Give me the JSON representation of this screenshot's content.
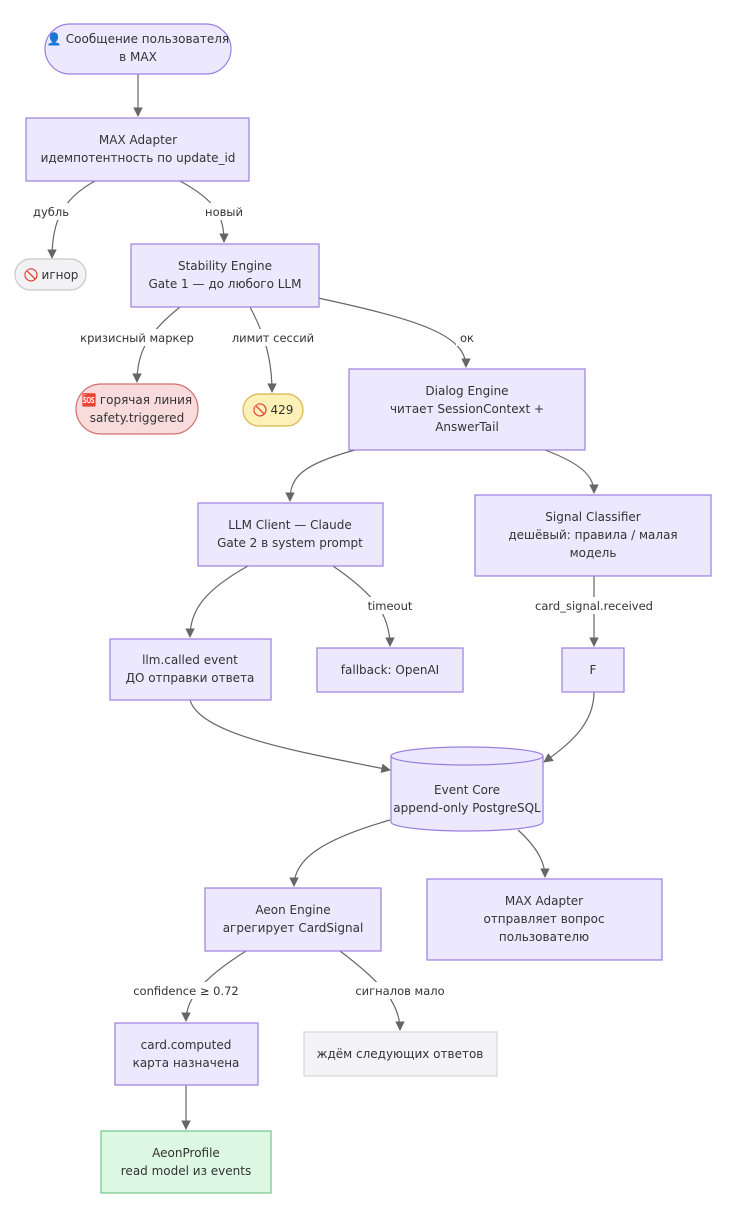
{
  "colors": {
    "node_fill": "#ece9fe",
    "node_stroke": "#9b7fe0",
    "edge": "#666666",
    "crisis_fill": "#f8dcdc",
    "crisis_stroke": "#d07070",
    "limit_fill": "#fdf1b8",
    "limit_stroke": "#d8b64a",
    "ignore_fill": "#f2f2f4",
    "ignore_stroke": "#c8c8cc",
    "wait_fill": "#f4f4f6",
    "wait_stroke": "#d6d6d9",
    "profile_fill": "#dcf7e2",
    "profile_stroke": "#74c48a"
  },
  "nodes": {
    "user_message": {
      "icon": "👤",
      "line1": "Сообщение пользователя",
      "line2": "в MAX"
    },
    "max_adapter_in": {
      "line1": "MAX Adapter",
      "line2": "идемпотентность по update_id"
    },
    "ignore": {
      "icon": "🚫",
      "line1": "игнор"
    },
    "stability": {
      "line1": "Stability Engine",
      "line2": "Gate 1 — до любого LLM"
    },
    "hotline": {
      "icon": "🆘",
      "line1": "горячая линия",
      "line2": "safety.triggered"
    },
    "limit": {
      "icon": "🚫",
      "line1": "429"
    },
    "dialog": {
      "line1": "Dialog Engine",
      "line2": "читает SessionContext +",
      "line3": "AnswerTail"
    },
    "llm_client": {
      "line1": "LLM Client — Claude",
      "line2": "Gate 2 в system prompt"
    },
    "signal_classifier": {
      "line1": "Signal Classifier",
      "line2": "дешёвый: правила / малая",
      "line3": "модель"
    },
    "llm_called": {
      "line1": "llm.called event",
      "line2": "ДО отправки ответа"
    },
    "fallback": {
      "line1": "fallback: OpenAI"
    },
    "f_node": {
      "line1": "F"
    },
    "event_core": {
      "line1": "Event Core",
      "line2": "append-only PostgreSQL"
    },
    "aeon": {
      "line1": "Aeon Engine",
      "line2": "агрегирует CardSignal"
    },
    "max_adapter_out": {
      "line1": "MAX Adapter",
      "line2": "отправляет вопрос",
      "line3": "пользователю"
    },
    "card_computed": {
      "line1": "card.computed",
      "line2": "карта назначена"
    },
    "wait": {
      "line1": "ждём следующих ответов"
    },
    "profile": {
      "line1": "AeonProfile",
      "line2": "read model из events"
    }
  },
  "edges": {
    "duplicate": "дубль",
    "new": "новый",
    "crisis_marker": "кризисный маркер",
    "session_limit": "лимит сессий",
    "ok": "ок",
    "timeout": "timeout",
    "card_signal": "card_signal.received",
    "confidence": "confidence ≥ 0.72",
    "few_signals": "сигналов мало"
  }
}
